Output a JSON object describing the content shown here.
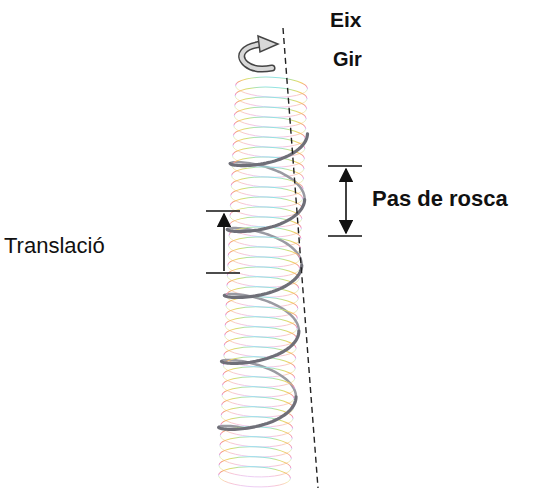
{
  "diagram": {
    "labels": [
      "Eix",
      "Gir",
      "Pas de rosca",
      "Translació"
    ]
  }
}
